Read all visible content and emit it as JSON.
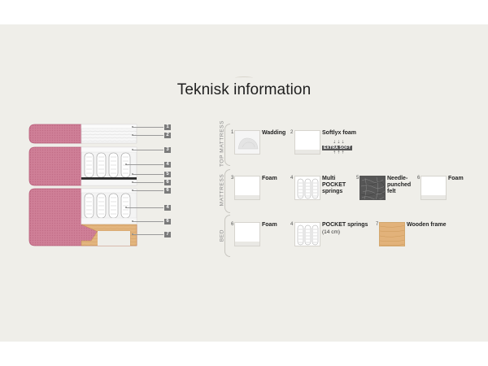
{
  "title": "Teknisk information",
  "callouts": [
    "1",
    "2",
    "3",
    "4",
    "5",
    "6",
    "6",
    "4",
    "6",
    "7"
  ],
  "sections": {
    "top": {
      "label": "TOP MATTRESS",
      "items": [
        {
          "num": "1",
          "name": "Wadding"
        },
        {
          "num": "2",
          "name": "Softlyx foam",
          "tag": "EXTRA SOFT"
        }
      ]
    },
    "mattress": {
      "label": "MATTRESS",
      "items": [
        {
          "num": "3",
          "name": "Foam"
        },
        {
          "num": "4",
          "name": "Multi POCKET springs"
        },
        {
          "num": "5",
          "name": "Needle-punched felt"
        },
        {
          "num": "6",
          "name": "Foam"
        }
      ]
    },
    "bed": {
      "label": "BED",
      "items": [
        {
          "num": "6",
          "name": "Foam"
        },
        {
          "num": "4",
          "name": "POCKET springs",
          "sub": "(14 cm)"
        },
        {
          "num": "7",
          "name": "Wooden frame"
        }
      ]
    }
  },
  "colors": {
    "background": "#efeee9",
    "fabric_pink": "#cf7f97",
    "fabric_pink_dark": "#b85f7b",
    "frame_wood": "#e3b57e",
    "callout_box": "#7b7b7b"
  }
}
